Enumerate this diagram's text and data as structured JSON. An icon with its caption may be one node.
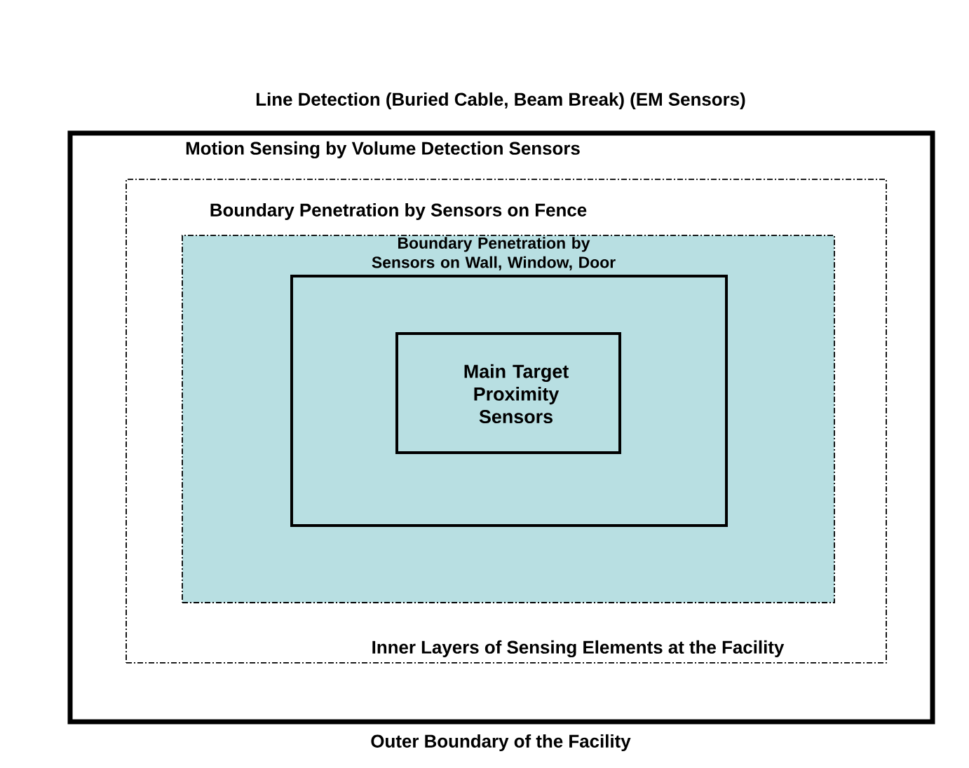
{
  "diagram": {
    "nodes": [
      {
        "text": [
          "Line Detection (Buried Cable, Beam Break) (EM Sensors)",
          "Motion Sensing by Volume Detection Sensors"
        ],
        "beside": [
          "Outer Boundary of the Facility"
        ]
      },
      {
        "text": [
          "Boundary Penetration by Sensors on Fence",
          "Inner Layers of Sensing Elements at the Facility"
        ],
        "in": 0
      },
      {
        "text": [
          "Boundary Penetration by Sensors on Wall, Window, Door"
        ],
        "in": 1
      },
      {
        "text": [],
        "shape": "box",
        "in": 2
      },
      {
        "text": [
          "Main Target Proximity Sensors"
        ],
        "in": 3
      }
    ]
  }
}
